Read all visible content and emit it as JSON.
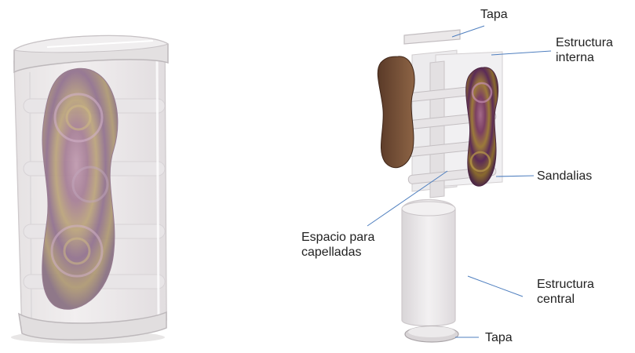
{
  "labels": {
    "tapa_top": "Tapa",
    "estructura_interna_1": "Estructura",
    "estructura_interna_2": "interna",
    "sandalias": "Sandalias",
    "espacio_1": "Espacio para",
    "espacio_2": "capelladas",
    "estructura_central_1": "Estructura",
    "estructura_central_2": "central",
    "tapa_bottom": "Tapa"
  },
  "colors": {
    "leader_line": "#4f7fbf",
    "panel": "#e9e7ea",
    "glass": "#ece9ea",
    "sandal_a": "#7b4f35",
    "sandal_b": "#6a3d63"
  }
}
